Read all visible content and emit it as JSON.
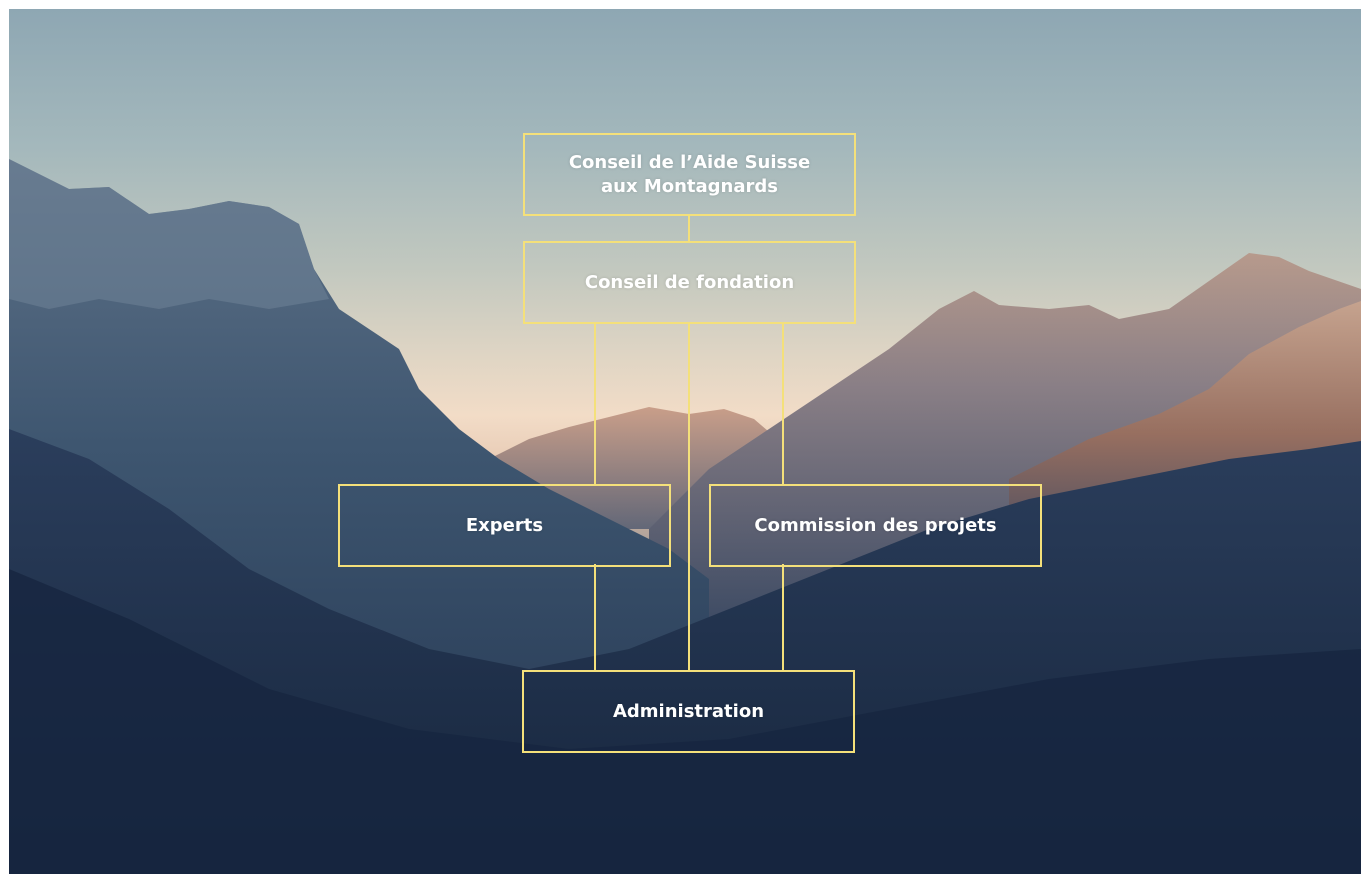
{
  "org_chart": {
    "line_color": "#f4e07a",
    "text_color": "#ffffff",
    "nodes": {
      "top": "Conseil de l’Aide Suisse\naux Montagnards",
      "board": "Conseil de fondation",
      "experts": "Experts",
      "commission": "Commission des projets",
      "administration": "Administration"
    }
  },
  "background": {
    "description_icon": "mountain-landscape-icon",
    "sky_top": "#8ea7b3",
    "sky_glow": "#f2dcc7",
    "valley_dark": "#1d2d47"
  }
}
